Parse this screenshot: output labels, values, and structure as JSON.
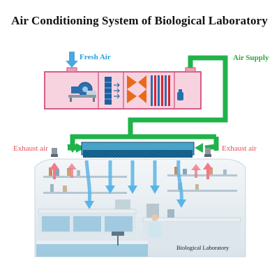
{
  "title": "Air Conditioning System of Biological Laboratory",
  "labels": {
    "fresh_air": "Fresh Air",
    "air_supply": "Air Supply",
    "exhaust_left": "Exhaust air",
    "exhaust_right": "Exhaust air",
    "lab_caption": "Biological Laboratory"
  },
  "colors": {
    "duct_green": "#1fb34a",
    "unit_pink": "#f5c4d4",
    "unit_border": "#d24d7c",
    "fresh_blue": "#2aa0d8",
    "exhaust_red": "#e0505a",
    "flow_blue": "#5ab4e6",
    "hepa_blue": "#1a6f9e"
  },
  "icons": [
    "fan-icon",
    "filter-icon",
    "coil-icon",
    "heater-icon",
    "humidifier-icon",
    "hepa-filter-icon"
  ]
}
